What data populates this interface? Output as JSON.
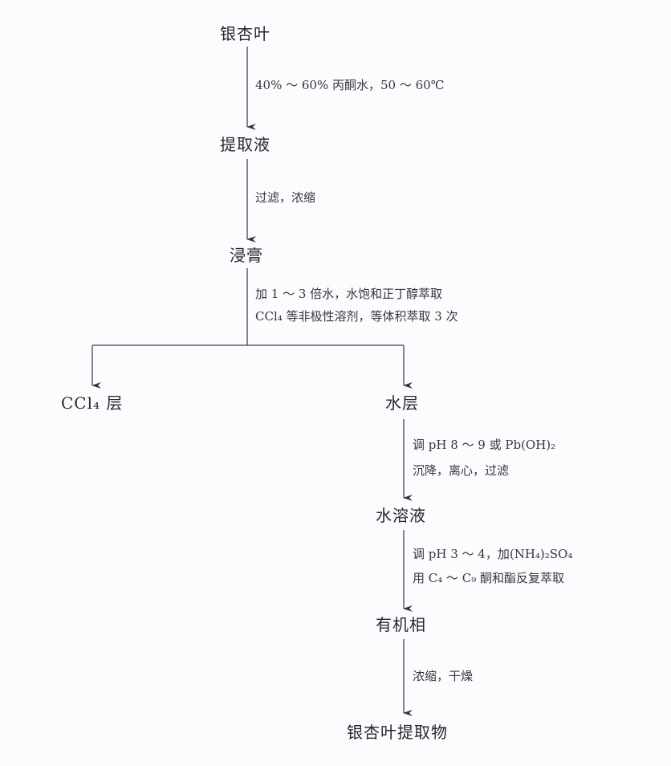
{
  "diagram": {
    "nodes": {
      "ginkgo_leaf": "银杏叶",
      "extract_liquid": "提取液",
      "extract_paste": "浸膏",
      "ccl4_layer": "CCl₄ 层",
      "water_layer": "水层",
      "aqueous_solution": "水溶液",
      "organic_phase": "有机相",
      "ginkgo_extract": "银杏叶提取物"
    },
    "steps": {
      "step1": [
        "40% ～ 60% 丙酮水，50 ～ 60℃"
      ],
      "step2": [
        "过滤，浓缩"
      ],
      "step3": [
        "加 1 ～ 3 倍水，水饱和正丁醇萃取",
        "CCl₄ 等非极性溶剂，等体积萃取 3 次"
      ],
      "step4": [
        "调 pH 8 ～ 9 或 Pb(OH)₂",
        "沉降，离心，过滤"
      ],
      "step5": [
        "调 pH 3 ～ 4，加(NH₄)₂SO₄",
        "用 C₄ ～ C₉ 酮和酯反复萃取"
      ],
      "step6": [
        "浓缩，干燥"
      ]
    },
    "line_color": "#4a4050"
  }
}
